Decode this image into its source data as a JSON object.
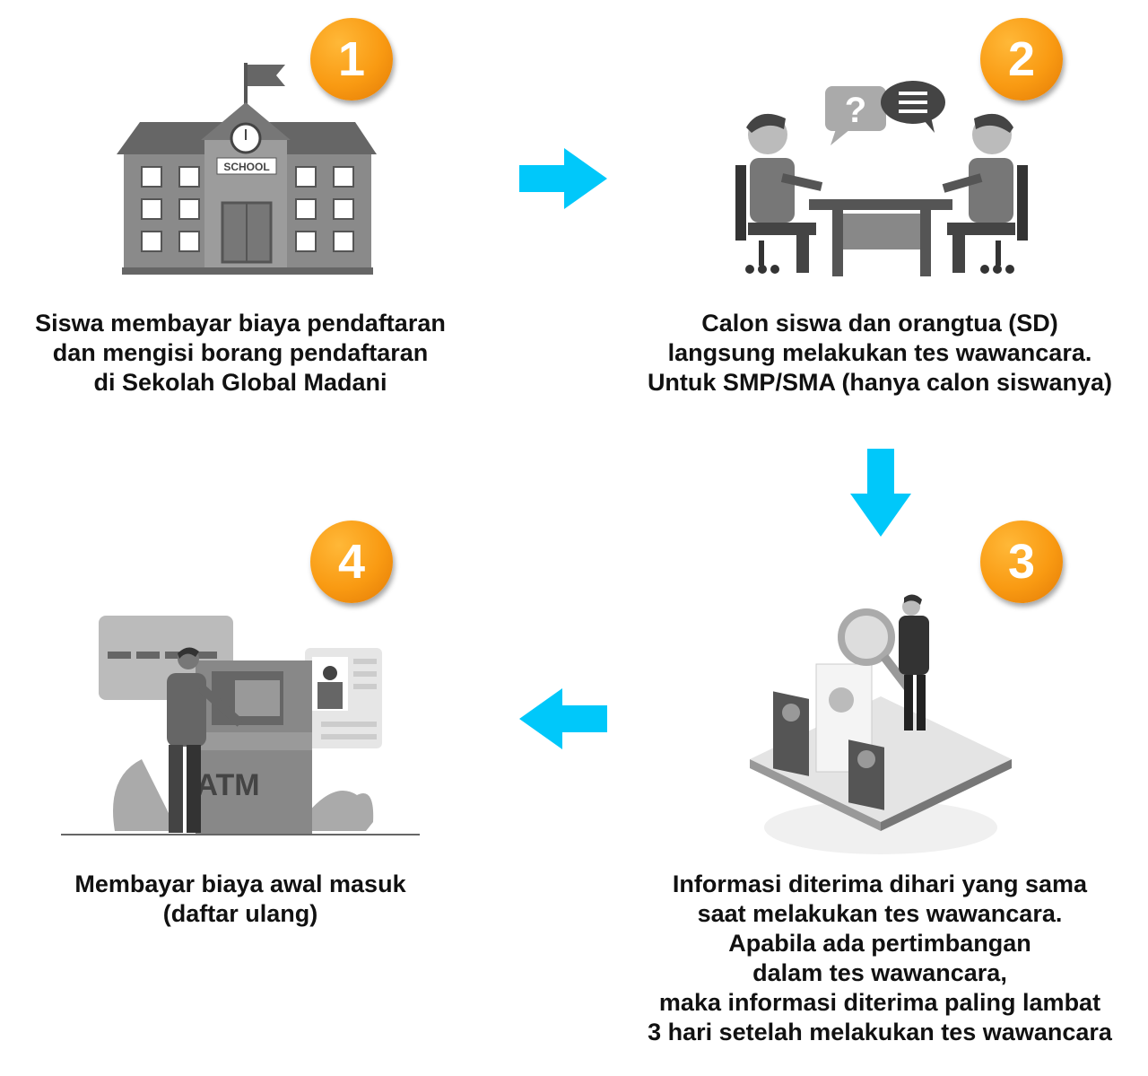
{
  "accent_arrow_color": "#00c8fa",
  "badge_color": "#f99a12",
  "steps": [
    {
      "number": "1",
      "illustration": "school-building",
      "sign": "SCHOOL",
      "lines": [
        "Siswa membayar biaya pendaftaran",
        "dan mengisi borang pendaftaran",
        "di Sekolah Global Madani"
      ]
    },
    {
      "number": "2",
      "illustration": "interview-table",
      "bubble": "?",
      "lines": [
        "Calon siswa dan orangtua (SD)",
        "langsung melakukan tes wawancara.",
        "Untuk SMP/SMA (hanya calon siswanya)"
      ]
    },
    {
      "number": "3",
      "illustration": "magnifier-candidates",
      "lines": [
        "Informasi diterima dihari yang sama",
        "saat melakukan tes wawancara.",
        "Apabila ada pertimbangan",
        "dalam tes wawancara,",
        "maka informasi diterima paling lambat",
        "3 hari setelah melakukan tes wawancara"
      ]
    },
    {
      "number": "4",
      "illustration": "atm-payment",
      "sign": "ATM",
      "lines": [
        "Membayar biaya awal masuk",
        "(daftar ulang)"
      ]
    }
  ]
}
